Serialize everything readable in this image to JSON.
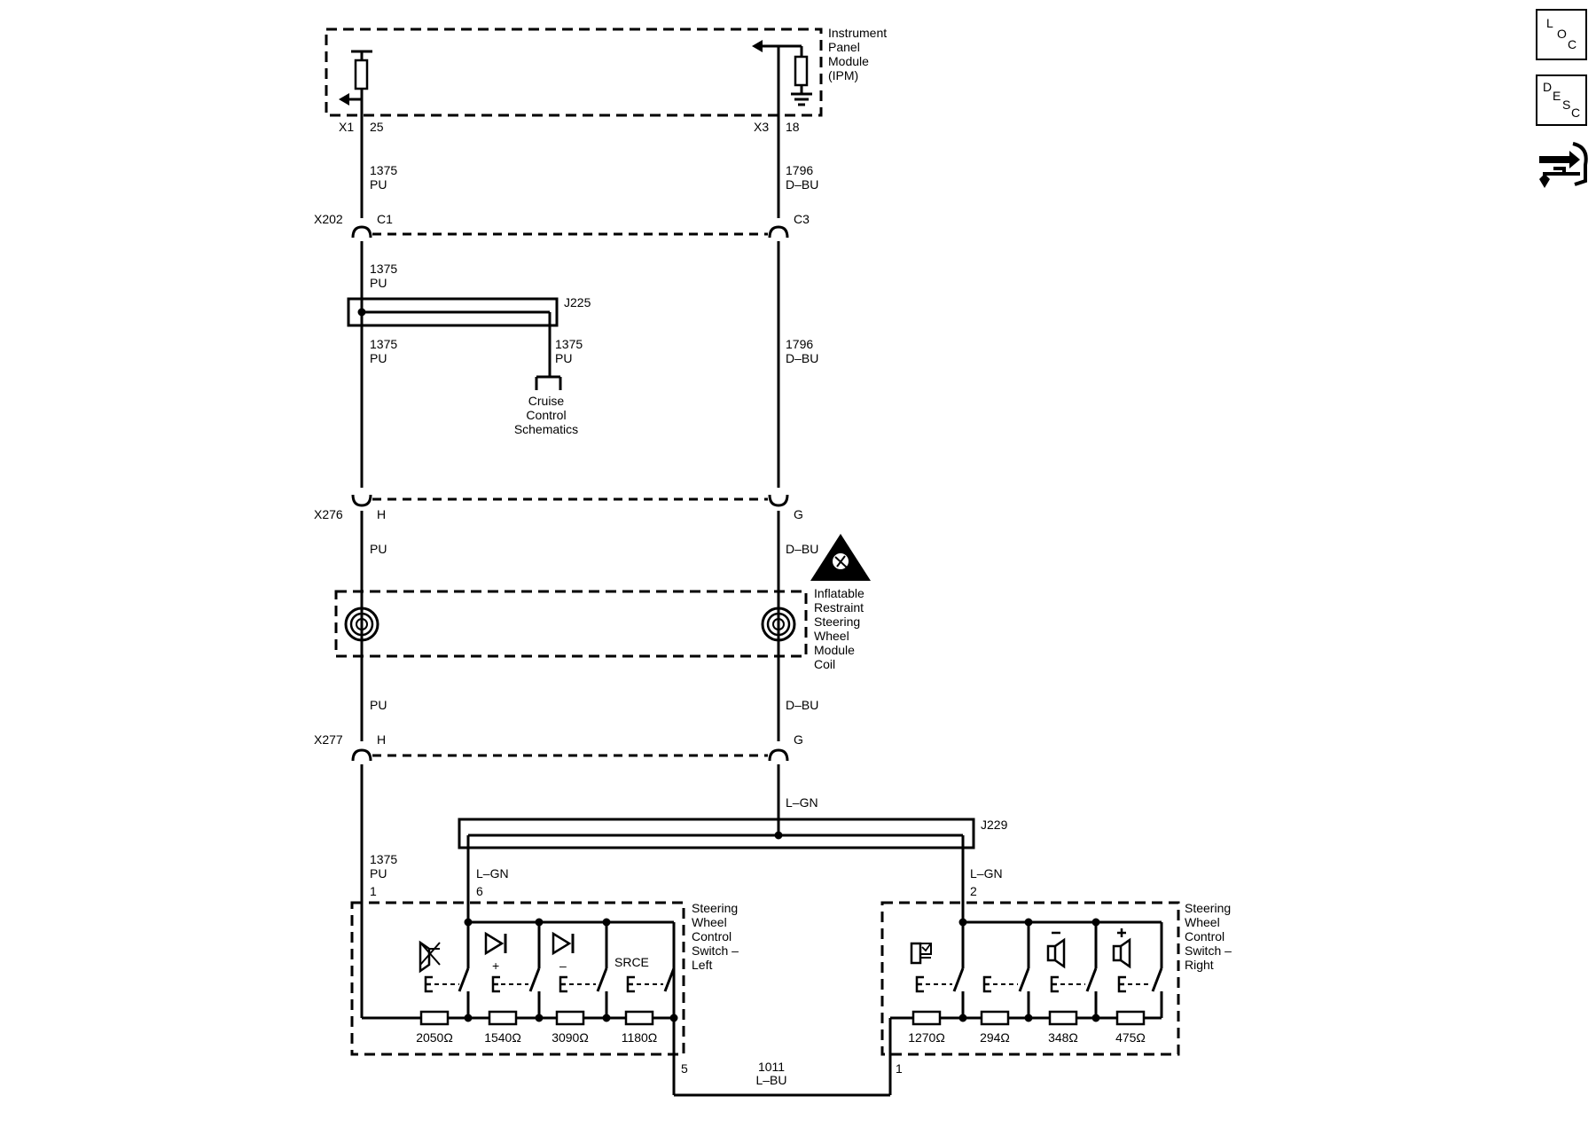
{
  "colors": {
    "line": "#000000",
    "background": "#ffffff"
  },
  "ipm": {
    "name_lines": [
      "Instrument",
      "Panel",
      "Module",
      "(IPM)"
    ],
    "x1": "X1",
    "pin25": "25",
    "x3": "X3",
    "pin18": "18"
  },
  "wires": {
    "w1375": "1375",
    "pu": "PU",
    "w1796": "1796",
    "dbu": "D–BU",
    "lgn": "L–GN",
    "w1011": "1011",
    "lbu": "L–BU"
  },
  "connectors": {
    "x202": "X202",
    "c1": "C1",
    "c3": "C3",
    "x276": "X276",
    "x277": "X277",
    "h": "H",
    "g": "G"
  },
  "splices": {
    "j225": "J225",
    "j229": "J229"
  },
  "cruise": {
    "lines": [
      "Cruise",
      "Control",
      "Schematics"
    ]
  },
  "coil": {
    "lines": [
      "Inflatable",
      "Restraint",
      "Steering",
      "Wheel",
      "Module",
      "Coil"
    ]
  },
  "left_switch": {
    "lines": [
      "Steering",
      "Wheel",
      "Control",
      "Switch –",
      "Left"
    ],
    "pin1": "1",
    "pin6": "6",
    "pin5": "5",
    "plus": "+",
    "minus": "–",
    "srce": "SRCE",
    "resistors": [
      "2050Ω",
      "1540Ω",
      "3090Ω",
      "1180Ω"
    ]
  },
  "right_switch": {
    "lines": [
      "Steering",
      "Wheel",
      "Control",
      "Switch –",
      "Right"
    ],
    "pin2": "2",
    "pin1": "1",
    "resistors": [
      "1270Ω",
      "294Ω",
      "348Ω",
      "475Ω"
    ]
  },
  "side_icons": [
    {
      "name": "location-icon",
      "letters": [
        "L",
        "O",
        "C"
      ]
    },
    {
      "name": "description-icon",
      "letters": [
        "D",
        "E",
        "S",
        "C"
      ]
    },
    {
      "name": "connector-repair-icon"
    }
  ]
}
